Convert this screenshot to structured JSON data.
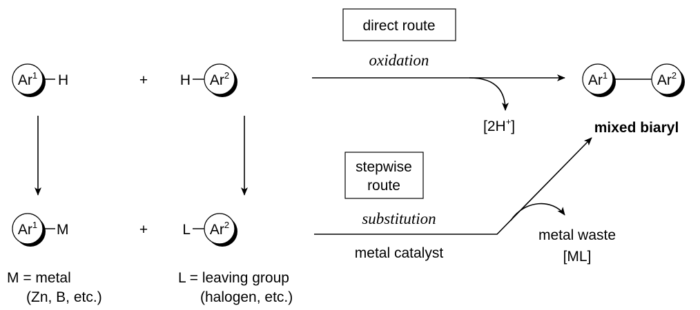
{
  "ar1": {
    "base": "Ar",
    "sup": "1"
  },
  "ar2": {
    "base": "Ar",
    "sup": "2"
  },
  "h": "H",
  "plus": "+",
  "m": "M",
  "l": "L",
  "direct_route": "direct route",
  "oxidation": "oxidation",
  "byproduct": {
    "pre": "[2H",
    "sup": "+",
    "post": "]"
  },
  "product_label": "mixed biaryl",
  "stepwise_route": {
    "line1": "stepwise",
    "line2": "route"
  },
  "substitution": "substitution",
  "metal_catalyst": "metal catalyst",
  "metal_waste": {
    "line1": "metal waste",
    "line2": "[ML]"
  },
  "m_def": {
    "line1": "M = metal",
    "line2": "(Zn, B, etc.)"
  },
  "l_def": {
    "line1": "L =  leaving group",
    "line2": "(halogen, etc.)"
  }
}
